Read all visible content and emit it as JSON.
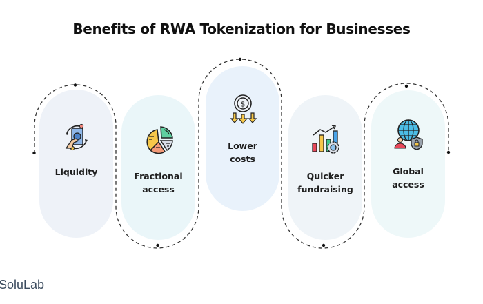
{
  "title": "Benefits of RWA Tokenization for Businesses",
  "benefits": [
    {
      "label_line1": "Liquidity",
      "label_line2": "",
      "icon": "hand-money-cycle-icon",
      "fill": "#eef2f8"
    },
    {
      "label_line1": "Fractional",
      "label_line2": "access",
      "icon": "pie-chart-icon",
      "fill": "#eaf6f9"
    },
    {
      "label_line1": "Lower",
      "label_line2": "costs",
      "icon": "dollar-coin-down-arrows-icon",
      "fill": "#e9f2fb"
    },
    {
      "label_line1": "Quicker",
      "label_line2": "fundraising",
      "icon": "bar-chart-gear-icon",
      "fill": "#eff4f8"
    },
    {
      "label_line1": "Global",
      "label_line2": "access",
      "icon": "globe-user-shield-icon",
      "fill": "#eef8f9"
    }
  ],
  "brand": "SoluLab",
  "colors": {
    "connector": "#333333",
    "title": "#111111",
    "brand": "#3b4b5e"
  }
}
